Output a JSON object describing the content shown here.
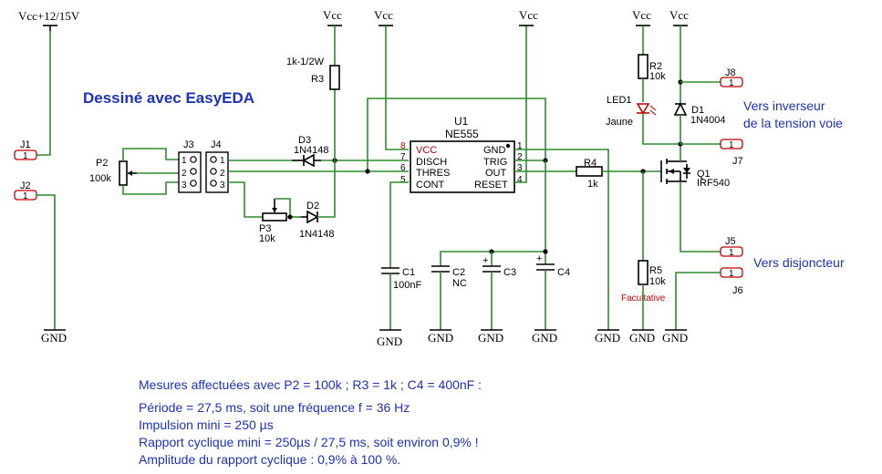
{
  "title": "Dessiné avec EasyEDA",
  "nets": {
    "vcc_in": "Vcc+12/15V",
    "vcc": "Vcc",
    "gnd": "GND"
  },
  "connectors": {
    "J1": {
      "ref": "J1",
      "pin": "1"
    },
    "J2": {
      "ref": "J2",
      "pin": "1"
    },
    "J3": {
      "ref": "J3",
      "pins": [
        "1",
        "2",
        "3"
      ]
    },
    "J4": {
      "ref": "J4",
      "pins": [
        "1",
        "2",
        "3"
      ]
    },
    "J5": {
      "ref": "J5",
      "pin": "1"
    },
    "J6": {
      "ref": "J6",
      "pin": "1"
    },
    "J7": {
      "ref": "J7",
      "pin": "1"
    },
    "J8": {
      "ref": "J8",
      "pin": "1"
    }
  },
  "components": {
    "P2": {
      "ref": "P2",
      "value": "100k"
    },
    "P3": {
      "ref": "P3",
      "value": "10k"
    },
    "R3": {
      "ref": "R3",
      "value": "1k-1/2W"
    },
    "R4": {
      "ref": "R4",
      "value": "1k"
    },
    "R2": {
      "ref": "R2",
      "value": "10k"
    },
    "R5": {
      "ref": "R5",
      "value": "10k",
      "note": "Facultative"
    },
    "D1": {
      "ref": "D1",
      "value": "1N4004"
    },
    "D2": {
      "ref": "D2",
      "value": "1N4148"
    },
    "D3": {
      "ref": "D3",
      "value": "1N4148"
    },
    "LED1": {
      "ref": "LED1",
      "value": "Jaune"
    },
    "Q1": {
      "ref": "Q1",
      "value": "IRF540"
    },
    "C1": {
      "ref": "C1",
      "value": "100nF"
    },
    "C2": {
      "ref": "C2",
      "value": "NC"
    },
    "C3": {
      "ref": "C3",
      "value": ""
    },
    "C4": {
      "ref": "C4",
      "value": ""
    }
  },
  "u1": {
    "ref": "U1",
    "part": "NE555",
    "left_pins": [
      {
        "num": "8",
        "name": "VCC"
      },
      {
        "num": "7",
        "name": "DISCH"
      },
      {
        "num": "6",
        "name": "THRES"
      },
      {
        "num": "5",
        "name": "CONT"
      }
    ],
    "right_pins": [
      {
        "num": "1",
        "name": "GND"
      },
      {
        "num": "2",
        "name": "TRIG"
      },
      {
        "num": "3",
        "name": "OUT"
      },
      {
        "num": "4",
        "name": "RESET"
      }
    ]
  },
  "annotations": {
    "inverseur_line1": "Vers inverseur",
    "inverseur_line2": "de la tension voie",
    "disjoncteur": "Vers disjoncteur"
  },
  "notes": {
    "heading": "Mesures affectuées avec P2 = 100k ; R3 = 1k ; C4 = 400nF :",
    "lines": [
      "Période = 27,5 ms, soit une fréquence f = 36 Hz",
      "Impulsion mini = 250 µs",
      "Rapport cyclique mini = 250µs / 27,5 ms, soit environ 0,9% !",
      "Amplitude du rapport cyclique : 0,9% à 100 %."
    ]
  },
  "colors": {
    "wire": "#2e8b2e",
    "symbol": "#000000",
    "accent": "#c00000",
    "annotation": "#1c33b5"
  }
}
